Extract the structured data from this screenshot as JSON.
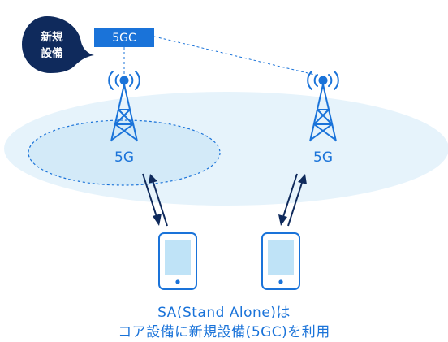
{
  "badge": {
    "line1": "新規",
    "line2": "設備"
  },
  "core_label": "5GC",
  "towers": [
    {
      "label": "5G"
    },
    {
      "label": "5G"
    }
  ],
  "caption": {
    "line1": "SA(Stand Alone)は",
    "line2": "コア設備に新規設備(5GC)を利用"
  },
  "colors": {
    "primary_blue": "#1a73d9",
    "navy": "#0f2a5c",
    "coverage_light": "#e6f3fb",
    "coverage_mid": "#d3eaf8",
    "phone_screen": "#bfe3f7"
  }
}
